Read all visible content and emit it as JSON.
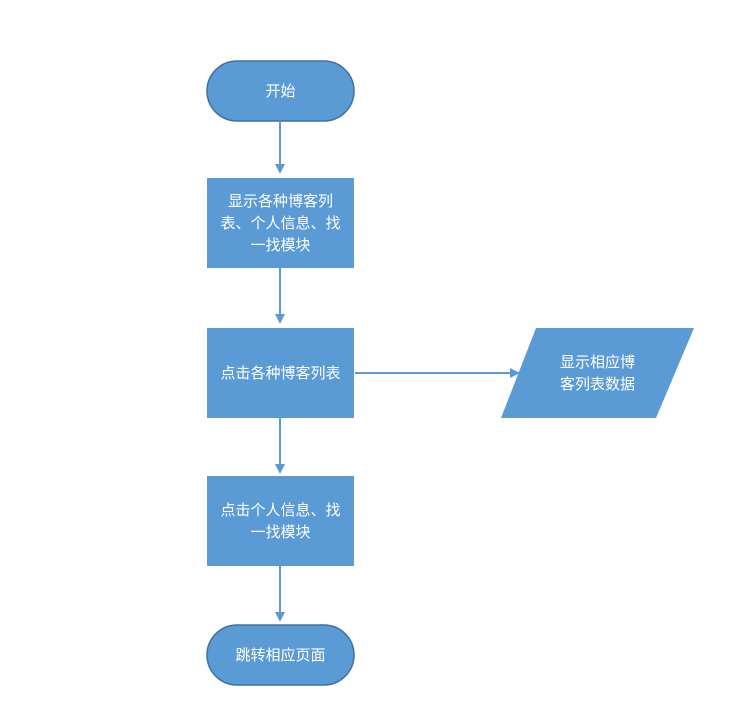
{
  "nodes": {
    "start": {
      "label": "开始"
    },
    "show_lists": {
      "label": "显示各种博客列\n表、个人信息、找\n一找模块"
    },
    "click_blog_list": {
      "label": "点击各种博客列表"
    },
    "show_blog_data": {
      "label": "显示相应博\n客列表数据"
    },
    "click_profile_find": {
      "label": "点击个人信息、找\n一找模块"
    },
    "end": {
      "label": "跳转相应页面"
    }
  },
  "colors": {
    "fill": "#5b9bd5",
    "stroke": "#41719c",
    "arrow": "#5b9bd5",
    "text": "#ffffff"
  }
}
